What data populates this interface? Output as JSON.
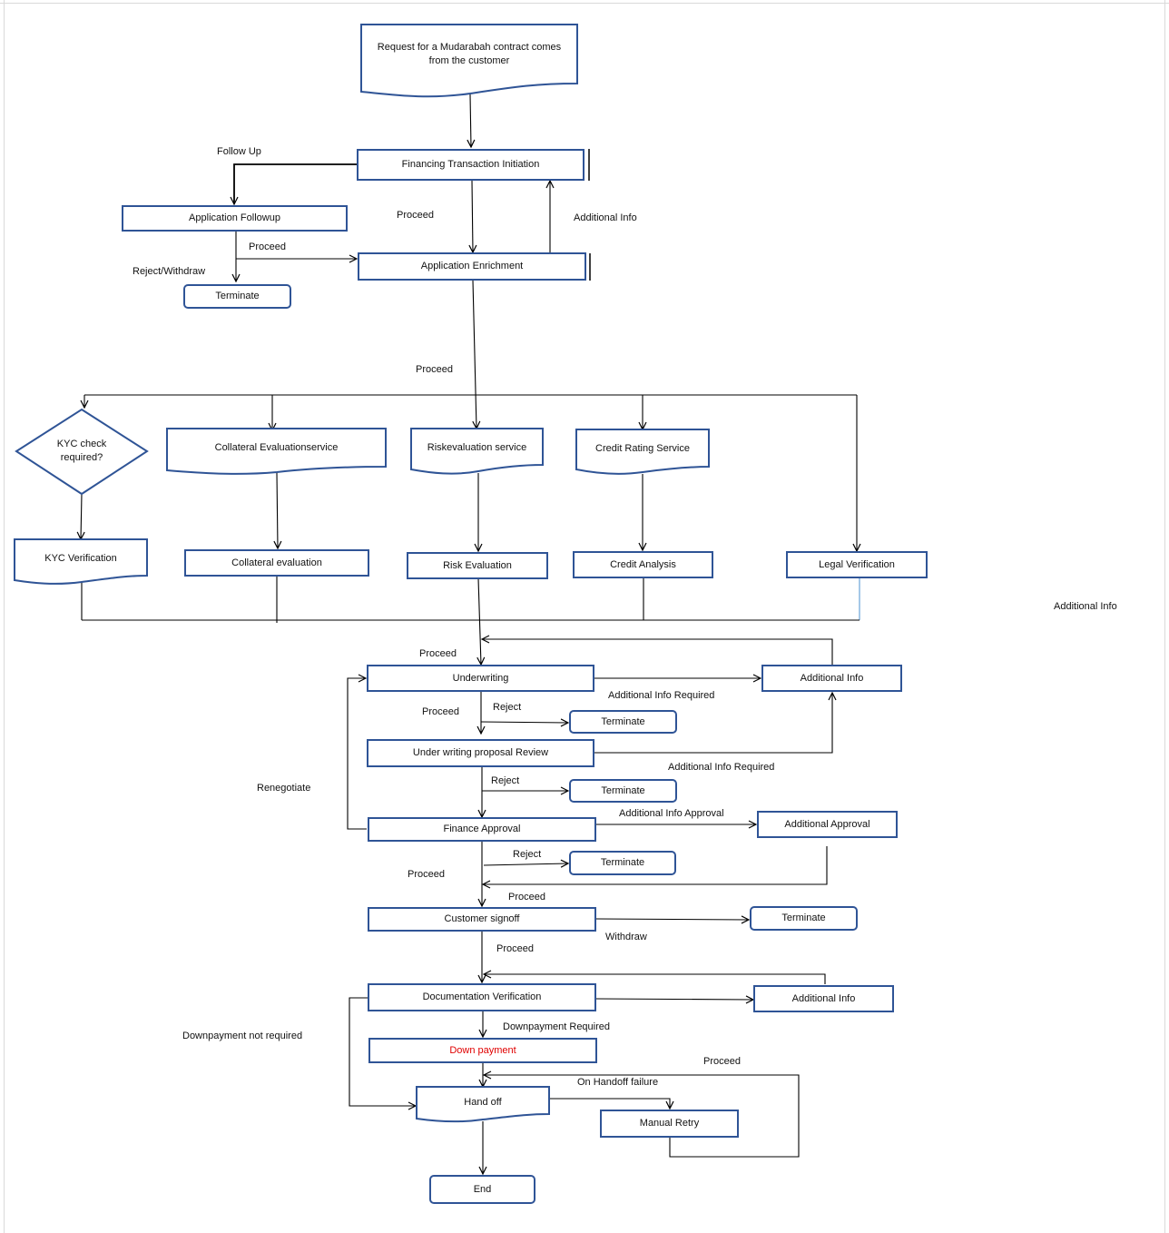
{
  "nodes": {
    "request": "Request for a Mudarabah  contract  comes from the customer",
    "fin_init": "Financing Transaction  Initiation",
    "app_followup": "Application Followup",
    "terminate_1": "Terminate",
    "app_enrich": "Application  Enrichment",
    "kyc_check": "KYC check required?",
    "collateral_service": "Collateral  Evaluationservice",
    "risk_service": "Riskevaluation  service",
    "credit_service": "Credit Rating Service",
    "kyc_verification": "KYC Verification",
    "collateral_eval": "Collateral  evaluation",
    "risk_eval": "Risk Evaluation",
    "credit_analysis": "Credit  Analysis",
    "legal_verification": "Legal Verification",
    "underwriting": "Underwriting",
    "additional_info_1": "Additional  Info",
    "terminate_2": "Terminate",
    "uw_review": "Under writing proposal  Review",
    "terminate_3": "Terminate",
    "finance_approval": "Finance  Approval",
    "additional_approval": "Additional  Approval",
    "terminate_4": "Terminate",
    "customer_signoff": "Customer  signoff",
    "terminate_5": "Terminate",
    "doc_verification": "Documentation  Verification",
    "additional_info_2": "Additional  Info",
    "down_payment": "Down  payment",
    "hand_off": "Hand off",
    "manual_retry": "Manual  Retry",
    "end": "End"
  },
  "labels": {
    "follow_up": "Follow Up",
    "proceed_1": "Proceed",
    "additional_info_top": "Additional  Info",
    "proceed_2": "Proceed",
    "reject_withdraw": "Reject/Withdraw",
    "proceed_3": "Proceed",
    "additional_info_right": "Additional  Info",
    "proceed_4": "Proceed",
    "proceed_5": "Proceed",
    "reject_1": "Reject",
    "additional_info_required_1": "Additional  Info  Required",
    "additional_info_required_2": "Additional  Info  Required",
    "reject_2": "Reject",
    "renegotiate": "Renegotiate",
    "additional_info_approval": "Additional  Info  Approval",
    "reject_3": "Reject",
    "proceed_6": "Proceed",
    "proceed_7": "Proceed",
    "withdraw": "Withdraw",
    "proceed_8": "Proceed",
    "downpayment_not_required": "Downpayment  not required",
    "downpayment_required": "Downpayment   Required",
    "proceed_9": "Proceed",
    "on_handoff_failure": "On Handoff failure"
  },
  "colors": {
    "box_border": "#2f5496",
    "connector": "#000000",
    "emphasis_text": "#e00000",
    "gridline": "#d9d9d9"
  }
}
